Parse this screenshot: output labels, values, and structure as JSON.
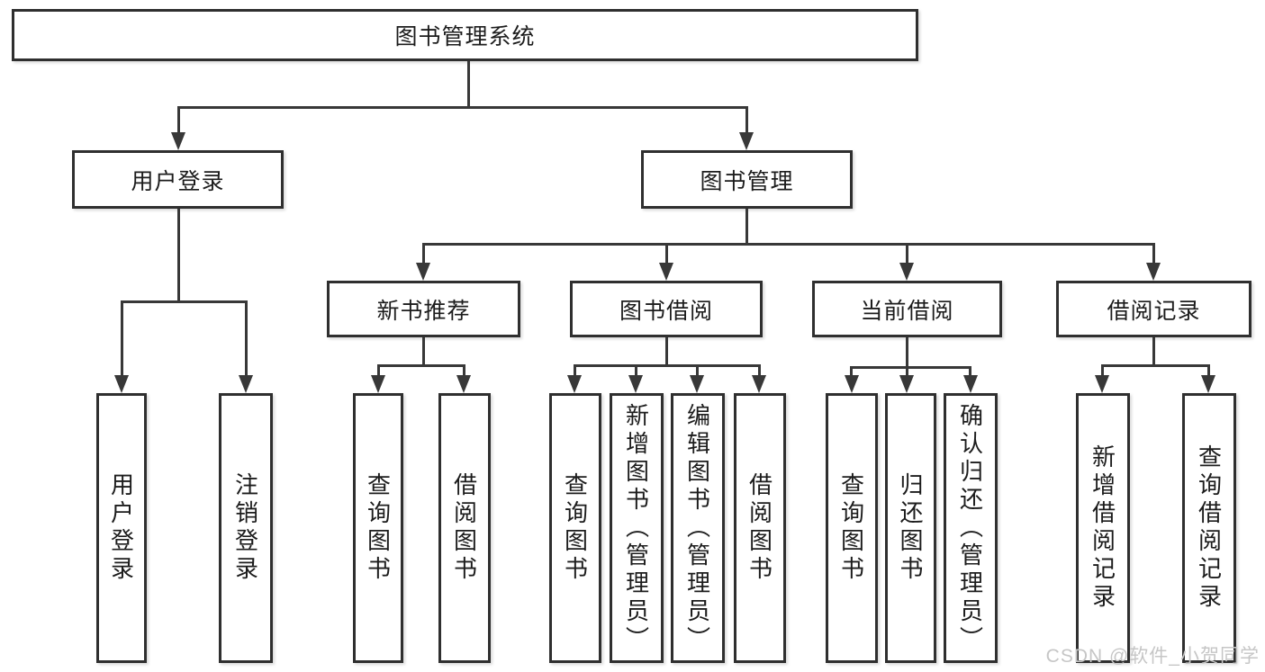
{
  "page": {
    "background": "#ffffff",
    "line_color": "#383838",
    "border_color": "#2f2f2f",
    "text_color": "#1c1c1c",
    "watermark_color": "#c6c6c6"
  },
  "watermark": {
    "text": "CSDN @软件_小贺同学"
  },
  "tree": {
    "root": {
      "label": "图书管理系统"
    },
    "level2": [
      {
        "id": "user-login",
        "label": "用户登录"
      },
      {
        "id": "book-management",
        "label": "图书管理"
      }
    ],
    "level3": [
      {
        "id": "new-book-recommend",
        "parent": "book-management",
        "label": "新书推荐"
      },
      {
        "id": "book-borrowing",
        "parent": "book-management",
        "label": "图书借阅"
      },
      {
        "id": "current-borrowing",
        "parent": "book-management",
        "label": "当前借阅"
      },
      {
        "id": "borrowing-records",
        "parent": "book-management",
        "label": "借阅记录"
      }
    ],
    "leaves": [
      {
        "parent": "user-login",
        "label": "用户登录"
      },
      {
        "parent": "user-login",
        "label": "注销登录"
      },
      {
        "parent": "new-book-recommend",
        "label": "查询图书"
      },
      {
        "parent": "new-book-recommend",
        "label": "借阅图书"
      },
      {
        "parent": "book-borrowing",
        "label": "查询图书"
      },
      {
        "parent": "book-borrowing",
        "label": "新增图书（管理员）"
      },
      {
        "parent": "book-borrowing",
        "label": "编辑图书（管理员）"
      },
      {
        "parent": "book-borrowing",
        "label": "借阅图书"
      },
      {
        "parent": "current-borrowing",
        "label": "查询图书"
      },
      {
        "parent": "current-borrowing",
        "label": "归还图书"
      },
      {
        "parent": "current-borrowing",
        "label": "确认归还（管理员）"
      },
      {
        "parent": "borrowing-records",
        "label": "新增借阅记录"
      },
      {
        "parent": "borrowing-records",
        "label": "查询借阅记录"
      }
    ]
  }
}
